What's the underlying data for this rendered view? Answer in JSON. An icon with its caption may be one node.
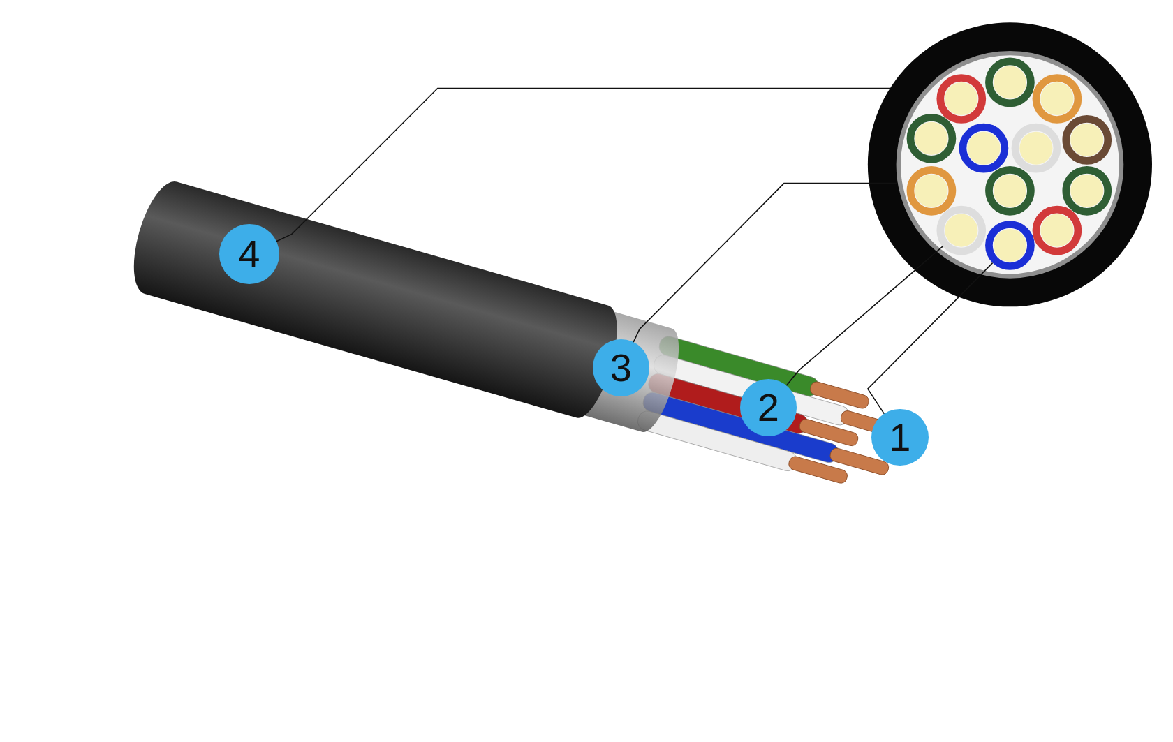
{
  "diagram": {
    "nodes": [
      {
        "text": [
          "4"
        ]
      },
      {
        "text": [
          "3"
        ]
      },
      {
        "text": [
          "2"
        ]
      },
      {
        "text": [
          "1"
        ]
      },
      {
        "text": [],
        "shape": "circle"
      },
      {
        "text": [],
        "shape": "circle",
        "in": 4
      },
      {
        "text": [],
        "shape": "circle",
        "in": 5
      },
      {
        "text": [],
        "shape": "circle",
        "in": 5
      },
      {
        "text": [],
        "shape": "circle",
        "in": 5
      },
      {
        "text": [],
        "shape": "circle",
        "in": 5
      },
      {
        "text": [],
        "shape": "circle",
        "in": 5
      },
      {
        "text": [],
        "shape": "circle",
        "in": 5
      },
      {
        "text": [],
        "shape": "circle",
        "in": 5
      },
      {
        "text": [],
        "shape": "circle",
        "in": 5
      },
      {
        "text": [],
        "shape": "circle",
        "in": 5
      },
      {
        "text": [],
        "shape": "circle",
        "in": 5
      },
      {
        "text": [],
        "shape": "circle",
        "in": 5
      },
      {
        "text": [],
        "shape": "circle",
        "in": 5
      },
      {
        "text": [],
        "shape": "circle",
        "in": 5
      }
    ],
    "edges": [
      {
        "from": 0,
        "to": 4,
        "arrow": "none"
      },
      {
        "from": 1,
        "to": 5,
        "arrow": "none"
      },
      {
        "from": 2,
        "to": 16,
        "arrow": "none"
      },
      {
        "from": 3,
        "to": 18,
        "arrow": "none"
      }
    ]
  }
}
